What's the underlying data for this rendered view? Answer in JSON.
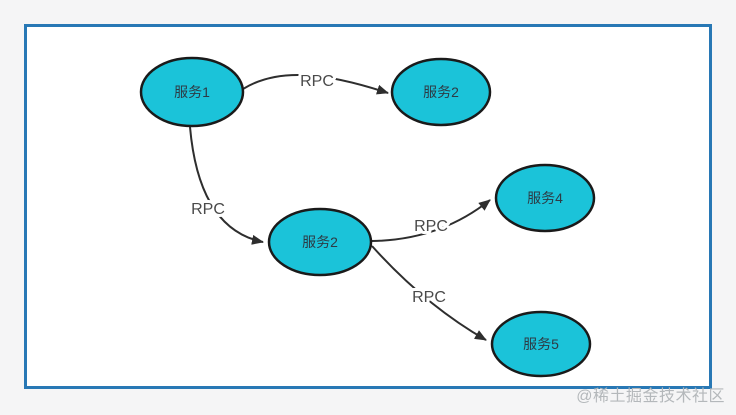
{
  "diagram": {
    "type": "service-call-graph",
    "nodes": [
      {
        "id": "service-1",
        "label": "服务1"
      },
      {
        "id": "service-2-top",
        "label": "服务2"
      },
      {
        "id": "service-2-mid",
        "label": "服务2"
      },
      {
        "id": "service-4",
        "label": "服务4"
      },
      {
        "id": "service-5",
        "label": "服务5"
      }
    ],
    "edges": [
      {
        "from": "service-1",
        "to": "service-2-top",
        "label": "RPC"
      },
      {
        "from": "service-1",
        "to": "service-2-mid",
        "label": "RPC"
      },
      {
        "from": "service-2-mid",
        "to": "service-4",
        "label": "RPC"
      },
      {
        "from": "service-2-mid",
        "to": "service-5",
        "label": "RPC"
      }
    ],
    "colors": {
      "node_fill": "#1bc3d9",
      "node_stroke": "#1a1a1a",
      "node_text": "#2d3b45",
      "edge_stroke": "#2e2e2e",
      "edge_text": "#4a4a4a",
      "frame_border": "#2878b5",
      "frame_background": "#ffffff",
      "page_background": "#f5f5f6",
      "watermark_text_color": "#b4b8bb"
    }
  },
  "watermark": {
    "text": "@稀土掘金技术社区"
  }
}
